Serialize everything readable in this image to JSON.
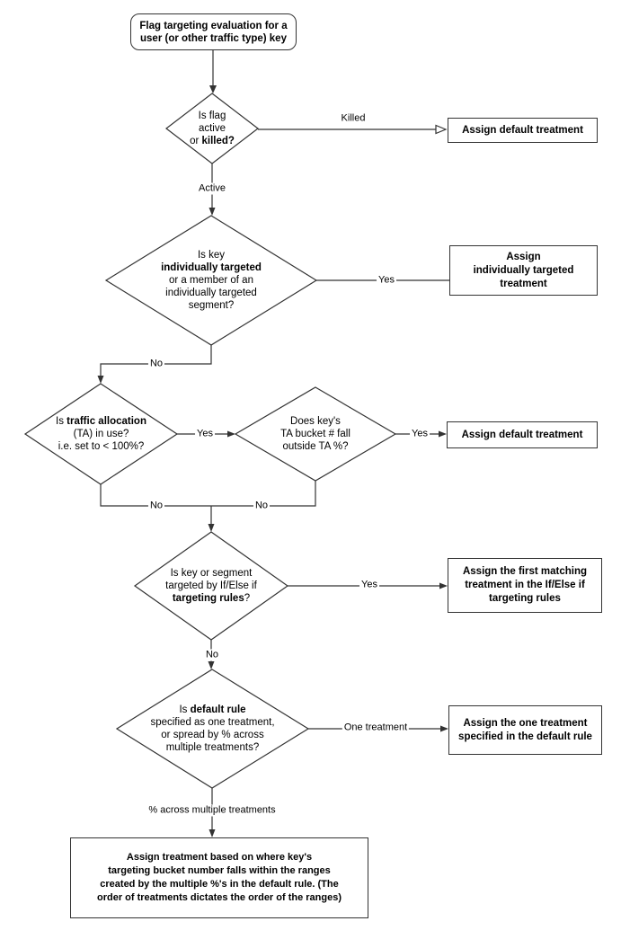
{
  "colors": {
    "stroke": "#333333",
    "text": "#000000",
    "background": "#ffffff"
  },
  "nodes": {
    "start": {
      "lines": [
        "Flag targeting evaluation for a",
        "user (or other traffic type) key"
      ]
    },
    "d_flag_status": {
      "lines": [
        [
          {
            "t": "Is flag"
          }
        ],
        [
          {
            "t": "active"
          }
        ],
        [
          {
            "t": "or "
          },
          {
            "t": "killed?",
            "b": true
          }
        ]
      ]
    },
    "box_default_killed": {
      "lines": [
        "Assign default treatment"
      ]
    },
    "d_individual": {
      "lines": [
        [
          {
            "t": "Is key"
          }
        ],
        [
          {
            "t": "individually targeted",
            "b": true
          }
        ],
        [
          {
            "t": "or a member of an"
          }
        ],
        [
          {
            "t": "individually targeted"
          }
        ],
        [
          {
            "t": "segment?"
          }
        ]
      ]
    },
    "box_individual": {
      "lines": [
        "Assign",
        "individually targeted",
        "treatment"
      ]
    },
    "d_traffic_alloc": {
      "lines": [
        [
          {
            "t": "Is "
          },
          {
            "t": "traffic allocation",
            "b": true
          }
        ],
        [
          {
            "t": "(TA) in use?"
          }
        ],
        [
          {
            "t": "i.e. set to < 100%?"
          }
        ]
      ]
    },
    "d_bucket": {
      "lines": [
        [
          {
            "t": "Does key's"
          }
        ],
        [
          {
            "t": "TA bucket # fall"
          }
        ],
        [
          {
            "t": "outside TA %?"
          }
        ]
      ]
    },
    "box_default_ta": {
      "lines": [
        "Assign default treatment"
      ]
    },
    "d_rules": {
      "lines": [
        [
          {
            "t": "Is key or segment"
          }
        ],
        [
          {
            "t": "targeted by If/Else if"
          }
        ],
        [
          {
            "t": "targeting rules",
            "b": true
          },
          {
            "t": "?"
          }
        ]
      ]
    },
    "box_first_matching": {
      "lines": [
        "Assign the first matching",
        "treatment in the If/Else if",
        "targeting rules"
      ]
    },
    "d_default_rule": {
      "lines": [
        [
          {
            "t": "Is "
          },
          {
            "t": "default rule",
            "b": true
          }
        ],
        [
          {
            "t": "specified as one treatment,"
          }
        ],
        [
          {
            "t": "or spread by % across"
          }
        ],
        [
          {
            "t": "multiple treatments?"
          }
        ]
      ]
    },
    "box_one_treatment": {
      "lines": [
        "Assign the one treatment",
        "specified in the default rule"
      ]
    },
    "box_ranges": {
      "lines": [
        "Assign treatment based on where key's",
        "targeting bucket number falls within the ranges",
        "created by the multiple %'s in the default rule. (The",
        "order of treatments dictates the order of the ranges)"
      ]
    }
  },
  "edge_labels": {
    "killed": "Killed",
    "active": "Active",
    "yes_individual": "Yes",
    "no_individual": "No",
    "yes_ta": "Yes",
    "yes_bucket": "Yes",
    "no_ta": "No",
    "no_bucket": "No",
    "yes_rules": "Yes",
    "no_rules": "No",
    "one_treatment": "One treatment",
    "pct_multiple": "% across multiple treatments"
  }
}
